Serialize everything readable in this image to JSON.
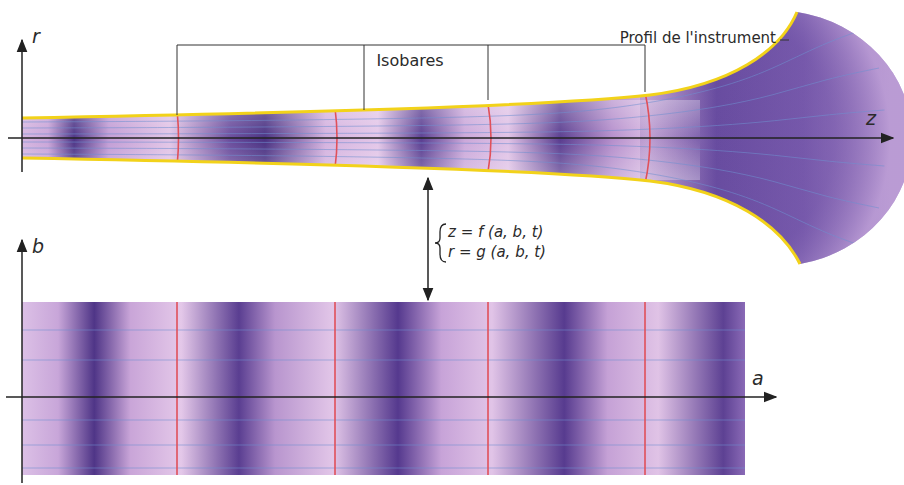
{
  "diagram": {
    "labels": [
      "Profil de l'instrument",
      "Isobares",
      "r",
      "z",
      "z = f (a, b, t)",
      "r = g (a, b, t)",
      "b",
      "a"
    ]
  }
}
